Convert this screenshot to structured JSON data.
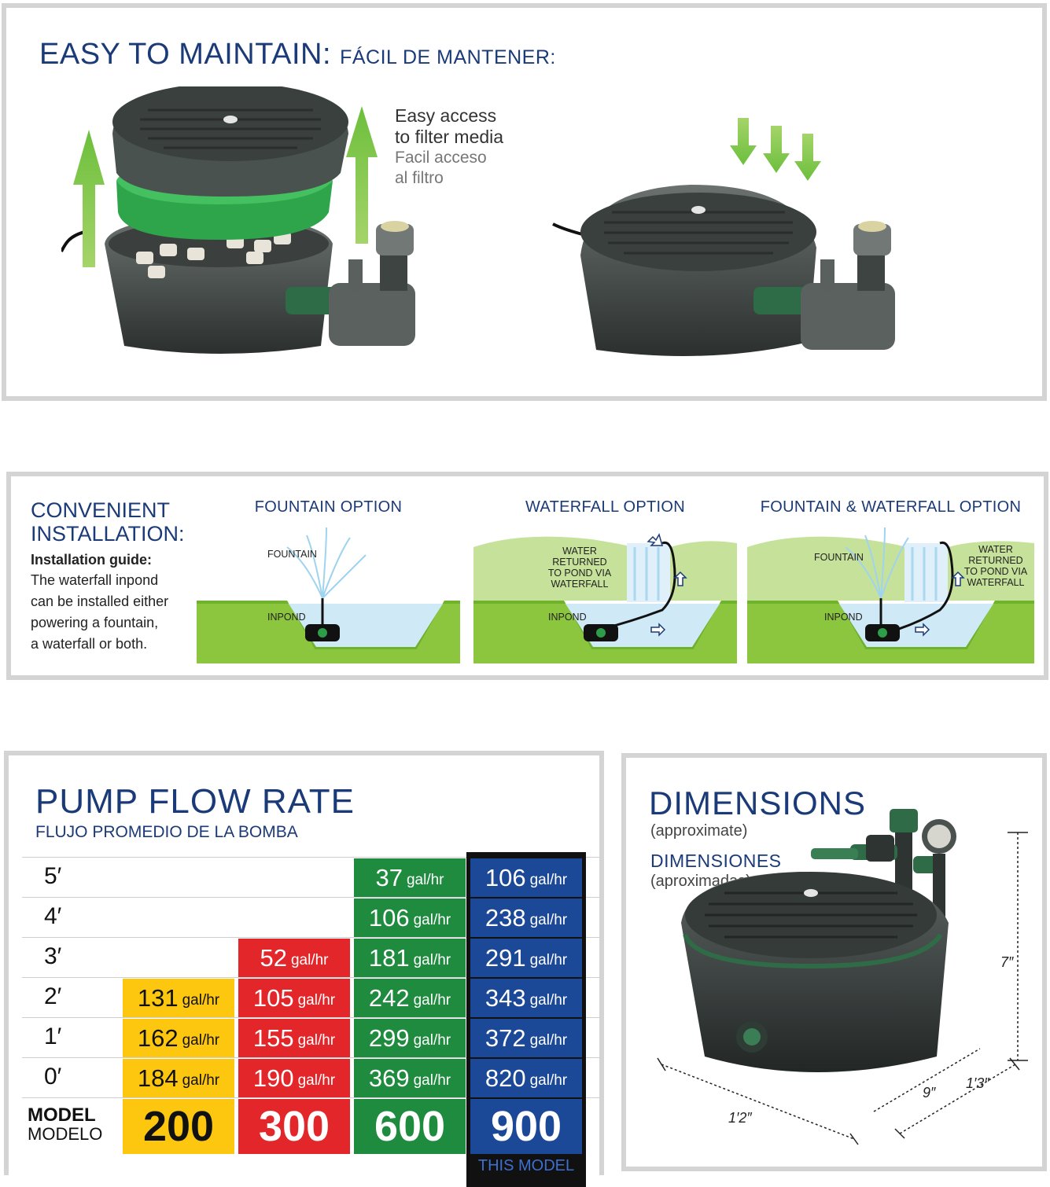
{
  "maintain": {
    "title": "EASY TO MAINTAIN:",
    "title_es": "FÁCIL DE MANTENER:",
    "access_en_line1": "Easy access",
    "access_en_line2": "to filter media",
    "access_es_line1": "Facil acceso",
    "access_es_line2": "al filtro"
  },
  "installation": {
    "title_line1": "CONVENIENT",
    "title_line2": "INSTALLATION:",
    "guide_title": "Installation guide:",
    "guide_lines": [
      "The waterfall inpond",
      "can be installed either",
      "powering a fountain,",
      "a waterfall or both."
    ],
    "options": [
      {
        "title": "FOUNTAIN OPTION",
        "fountain": "FOUNTAIN",
        "inpond": "INPOND"
      },
      {
        "title": "WATERFALL OPTION",
        "water_lines": [
          "WATER",
          "RETURNED",
          "TO POND VIA",
          "WATERFALL"
        ],
        "inpond": "INPOND"
      },
      {
        "title": "FOUNTAIN & WATERFALL OPTION",
        "fountain": "FOUNTAIN",
        "water_lines": [
          "WATER",
          "RETURNED",
          "TO POND VIA",
          "WATERFALL"
        ],
        "inpond": "INPOND"
      }
    ],
    "colors": {
      "grass": "#8cc63f",
      "grass_light": "#c6e29a",
      "water": "#cfe9f7"
    }
  },
  "flow": {
    "title": "PUMP FLOW RATE",
    "subtitle": "FLUJO PROMEDIO DE LA BOMBA",
    "unit": "gal/hr",
    "heights": [
      "5′",
      "4′",
      "3′",
      "2′",
      "1′",
      "0′"
    ],
    "model_label": "MODEL",
    "model_label_es": "MODELO",
    "models": [
      {
        "model": "200",
        "color": "#fdc70f",
        "values": [
          "",
          "",
          "",
          "131",
          "162",
          "184"
        ]
      },
      {
        "model": "300",
        "color": "#e3262a",
        "values": [
          "",
          "",
          "52",
          "105",
          "155",
          "190"
        ]
      },
      {
        "model": "600",
        "color": "#1f8b3f",
        "values": [
          "37",
          "106",
          "181",
          "242",
          "299",
          "369"
        ]
      },
      {
        "model": "900",
        "color": "#1c4898",
        "values": [
          "106",
          "238",
          "291",
          "343",
          "372",
          "820"
        ]
      }
    ],
    "this_model": "THIS MODEL"
  },
  "dimensions": {
    "title": "DIMENSIONS",
    "approx": "(approximate)",
    "title_es": "DIMENSIONES",
    "approx_es": "(aproximadas)",
    "height": "7″",
    "width": "1′2″",
    "depth": "9″",
    "depth2": "1′3″"
  }
}
